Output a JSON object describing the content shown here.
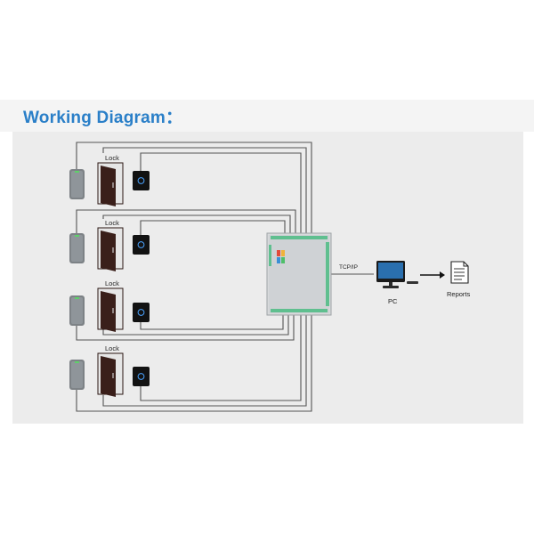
{
  "title": "Working Diagram：",
  "labels": {
    "lock": "Lock",
    "tcpip": "TCP/IP",
    "pc": "PC",
    "reports": "Reports"
  },
  "doors": [
    {
      "lock_label": "Lock"
    },
    {
      "lock_label": "Lock"
    },
    {
      "lock_label": "Lock"
    },
    {
      "lock_label": "Lock"
    }
  ],
  "colors": {
    "title": "#2a7fc8",
    "panel": "#ececec",
    "door": "#3a1f1a",
    "controller": "#d7d9db",
    "terminal": "#5fbf8f",
    "wire": "#555555"
  },
  "icons": {
    "reader": "card-reader-icon",
    "door": "door-icon",
    "exit_button": "exit-button-icon",
    "controller": "controller-board-icon",
    "pc": "desktop-pc-icon",
    "arrow": "arrow-right-icon",
    "reports": "document-icon"
  }
}
